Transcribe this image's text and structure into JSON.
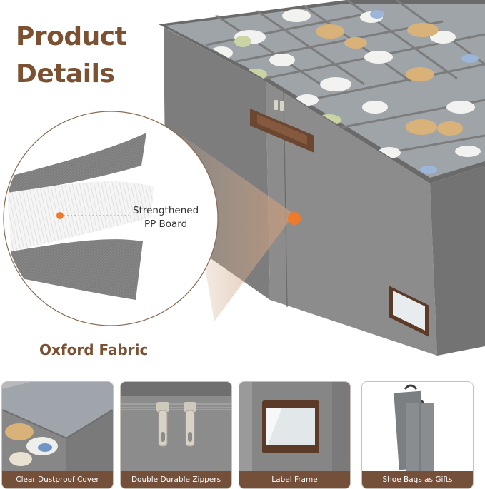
{
  "title": {
    "line1": "Product",
    "line2": "Details"
  },
  "callout": {
    "line1": "Strengthened",
    "line2": "PP Board"
  },
  "material_label": "Oxford Fabric",
  "features": [
    {
      "caption": "Clear Dustproof Cover",
      "icon": "dustproof-cover-photo"
    },
    {
      "caption": "Double Durable Zippers",
      "icon": "zipper-photo"
    },
    {
      "caption": "Label Frame",
      "icon": "label-frame-photo"
    },
    {
      "caption": "Shoe Bags as Gifts",
      "icon": "shoe-bags-photo"
    }
  ],
  "colors": {
    "accent_brown": "#7b5132",
    "callout_orange": "#f07a2c",
    "caption_bar": "#74503a",
    "box_gray": "#8e8e8e",
    "box_dark": "#6f6f6f"
  }
}
